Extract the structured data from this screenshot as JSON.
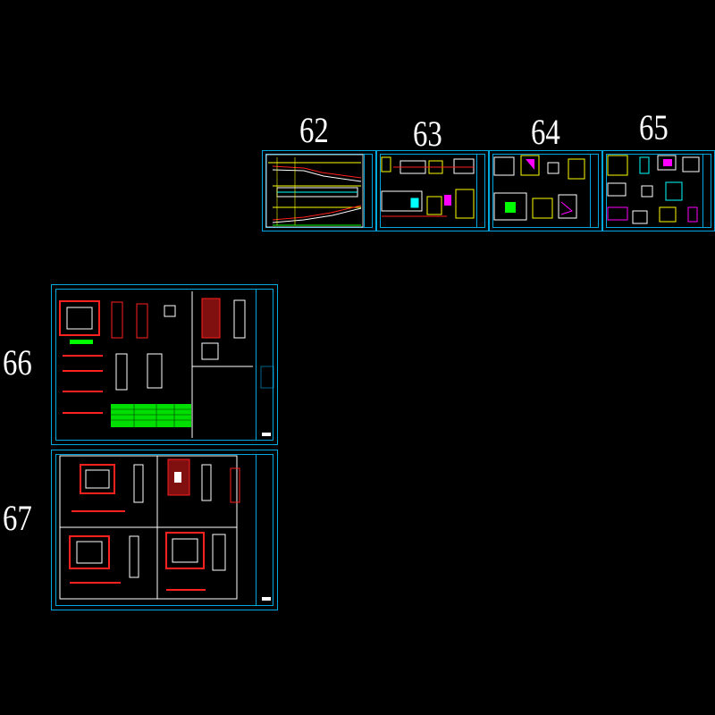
{
  "sheet_numbers": {
    "s62": "62",
    "s63": "63",
    "s64": "64",
    "s65": "65",
    "s66": "66",
    "s67": "67"
  },
  "colors": {
    "background": "#000000",
    "frame": "#00a8e0",
    "drawing_white": "#ffffff",
    "drawing_red": "#ff2020",
    "drawing_yellow": "#ffff00",
    "drawing_green": "#00ff00",
    "drawing_magenta": "#ff00ff",
    "drawing_cyan": "#00ffff"
  }
}
